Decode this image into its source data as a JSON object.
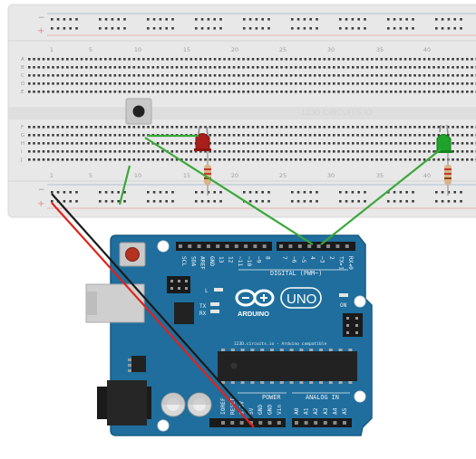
{
  "breadboard": {
    "watermark": "123D.CIRCUITS.IO",
    "column_numbers": [
      "1",
      "5",
      "10",
      "15",
      "20",
      "25",
      "30",
      "35",
      "40"
    ],
    "row_letters_top": [
      "A",
      "B",
      "C",
      "D",
      "E"
    ],
    "row_letters_bottom": [
      "F",
      "G",
      "H",
      "I",
      "J"
    ],
    "rail_minus": "−",
    "rail_plus": "+"
  },
  "components": {
    "pushbutton": "pushbutton",
    "led_red_color": "#b0201c",
    "led_green_color": "#1fa32a",
    "wire_green": "#3aa83a",
    "wire_red": "#e0221c",
    "wire_black": "#1a1a1a"
  },
  "arduino": {
    "brand": "ARDUINO",
    "model": "UNO",
    "on_label": "ON",
    "tx_label": "TX",
    "rx_label": "RX",
    "l_label": "L",
    "digital_label": "DIGITAL (PWM~)",
    "power_label": "POWER",
    "analog_label": "ANALOG IN",
    "chip_label": "123D.circuits.io - Arduino compatible",
    "digital_pins_left": [
      "SCL",
      "SDA",
      "AREF",
      "GND",
      "13",
      "12",
      "~11",
      "~10",
      "~9",
      "8"
    ],
    "digital_pins_right": [
      "7",
      "~6",
      "~5",
      "4",
      "~3",
      "2",
      "TX▸1",
      "RX◂0"
    ],
    "power_pins": [
      "IOREF",
      "RESET",
      "3.3V",
      "5V",
      "GND",
      "GND",
      "Vin"
    ],
    "analog_pins": [
      "A0",
      "A1",
      "A2",
      "A3",
      "A4",
      "A5"
    ],
    "board_color": "#1d6f9f"
  }
}
